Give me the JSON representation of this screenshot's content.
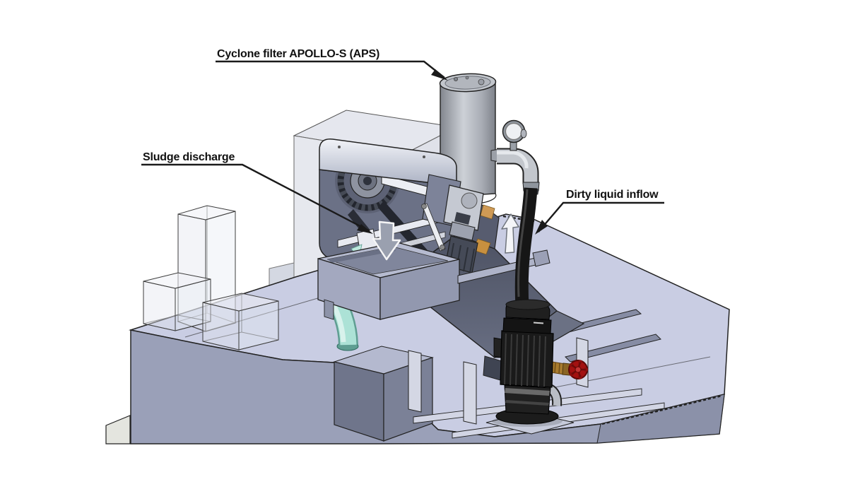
{
  "diagram": {
    "type": "3d-cad-illustration",
    "subject": "Coolant tank with scraper conveyor, cyclone filter and pump",
    "callouts": {
      "cyclone_filter": {
        "text": "Cyclone filter APOLLO-S (APS)"
      },
      "sludge_discharge": {
        "text": "Sludge discharge"
      },
      "dirty_liquid_inflow": {
        "text": "Dirty liquid inflow"
      }
    },
    "flow_indicators": {
      "inflow_arrow": "arrow-up",
      "discharge_arrow": "arrow-down"
    },
    "colors": {
      "background": "#ffffff",
      "tank_top": "#c9cde3",
      "tank_front": "#9aa0b8",
      "conveyor_body": "#6b7186",
      "conveyor_dark": "#565b6e",
      "cover_light": "#dde1ec",
      "cylinder_gray": "#b6bac2",
      "hose_black": "#161616",
      "valve_red": "#a31111",
      "brass": "#b48338",
      "drain_pipe_teal": "#ace2d6",
      "callout_line": "#1a1a1a"
    }
  }
}
